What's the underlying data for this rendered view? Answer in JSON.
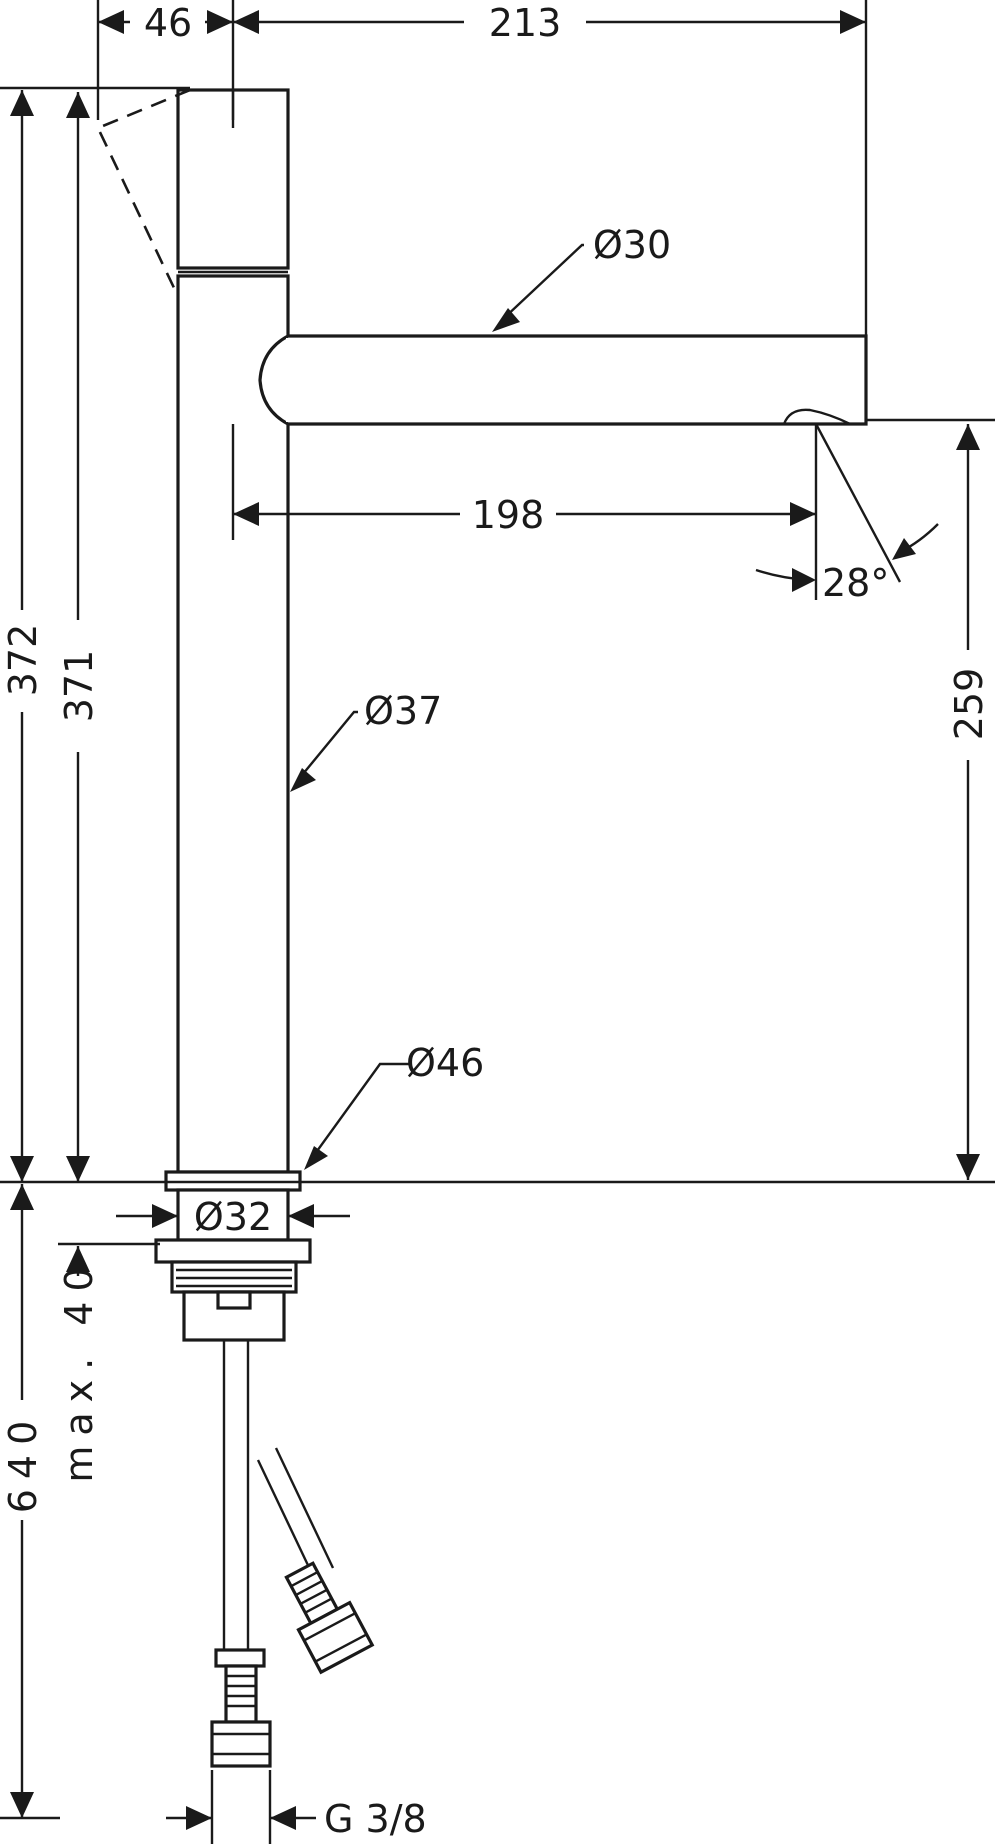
{
  "dimensions": {
    "head_offset": "46",
    "spout_reach": "213",
    "spout_diameter": "Ø30",
    "spout_projection": "198",
    "spray_angle": "28°",
    "body_diameter": "Ø37",
    "total_height": "372",
    "body_height": "371",
    "spout_height": "259",
    "base_diameter": "Ø46",
    "shank_diameter": "Ø32",
    "max_thickness": "max. 40",
    "hose_length": "640",
    "connection_thread": "G 3/8"
  },
  "colors": {
    "line": "#1a1a1a",
    "background": "#ffffff"
  }
}
